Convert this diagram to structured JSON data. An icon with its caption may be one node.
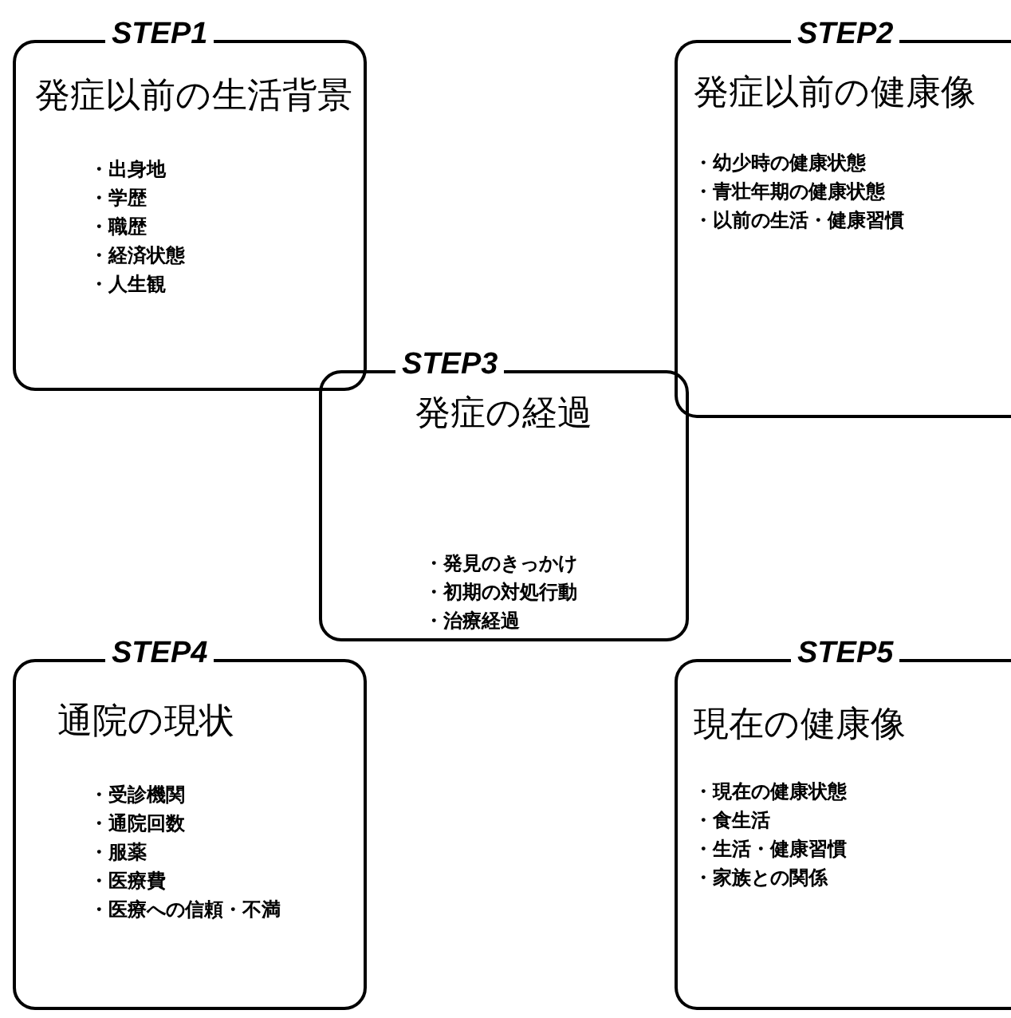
{
  "diagram": {
    "nodes": [
      {
        "text": [
          "STEP1",
          "発症以前の生活背景",
          "・出身地",
          "・学歴",
          "・職歴",
          "・経済状態",
          "・人生観"
        ]
      },
      {
        "text": [
          "STEP2",
          "発症以前の健康像",
          "・幼少時の健康状態",
          "・青壮年期の健康状態",
          "・以前の生活・健康習慣"
        ]
      },
      {
        "text": [
          "STEP3",
          "発症の経過",
          "・発見のきっかけ",
          "・初期の対処行動",
          "・治療経過"
        ]
      },
      {
        "text": [
          "STEP4",
          "通院の現状",
          "・受診機関",
          "・通院回数",
          "・服薬",
          "・医療費",
          "・医療への信頼・不満"
        ]
      },
      {
        "text": [
          "STEP5",
          "現在の健康像",
          "・現在の健康状態",
          "・食生活",
          "・生活・健康習慣",
          "・家族との関係"
        ]
      }
    ]
  }
}
